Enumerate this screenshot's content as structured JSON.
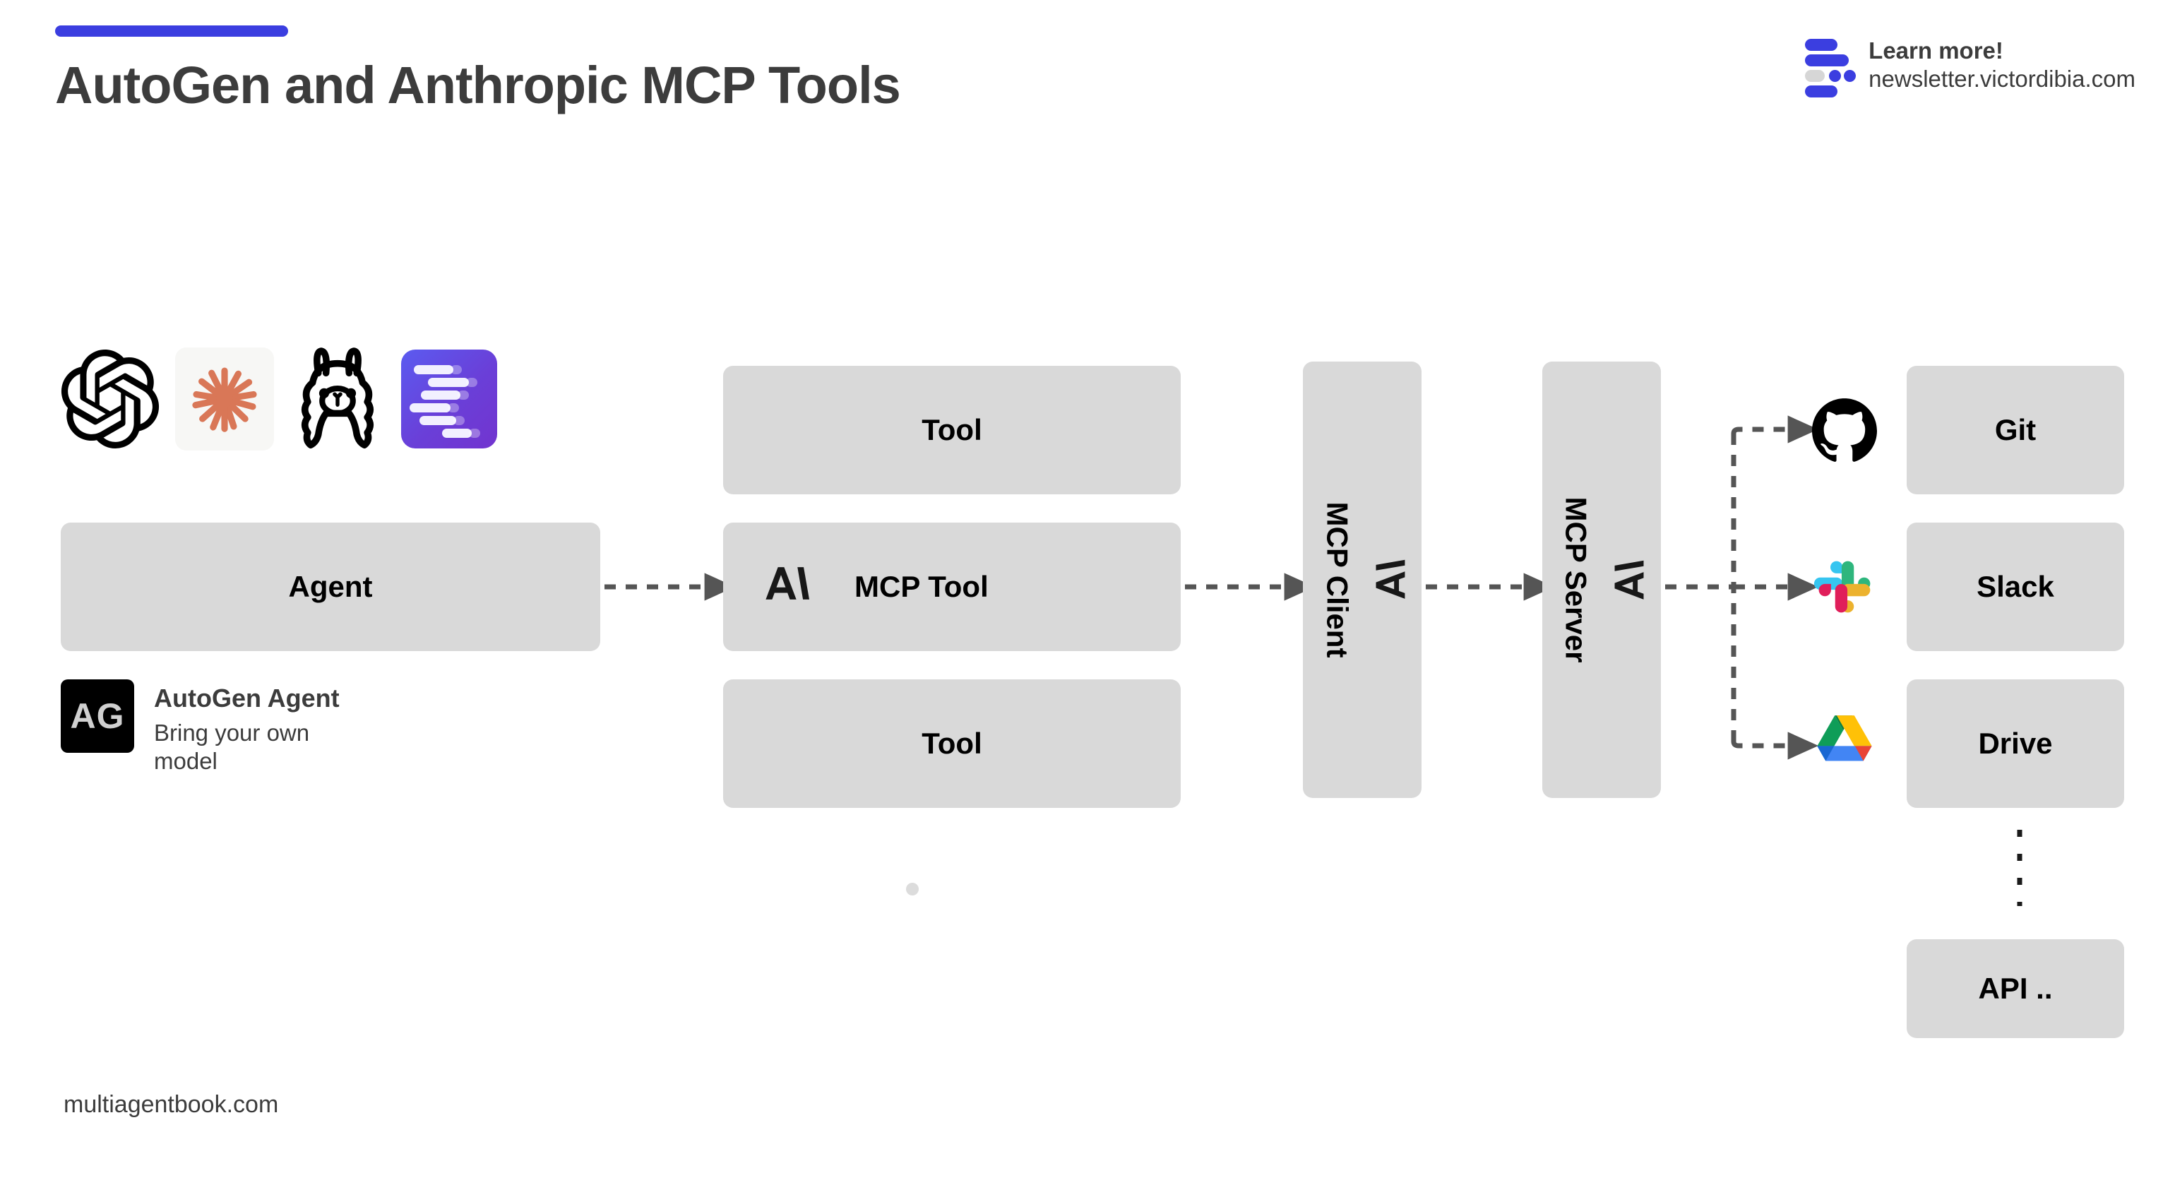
{
  "header": {
    "title": "AutoGen and Anthropic MCP Tools",
    "accent_color": "#3b3ee0"
  },
  "newsletter": {
    "line1": "Learn more!",
    "line2": "newsletter.victordibia.com",
    "logo_icon": "newsletter-bars-icon"
  },
  "models": [
    {
      "id": "openai",
      "icon": "openai-logo-icon",
      "name": "OpenAI"
    },
    {
      "id": "anthropic",
      "icon": "anthropic-starburst-icon",
      "name": "Anthropic",
      "color": "#d97757",
      "tile_bg": "#f7f7f5"
    },
    {
      "id": "llama",
      "icon": "llama-logo-icon",
      "name": "Llama"
    },
    {
      "id": "autogen",
      "icon": "autogen-logo-icon",
      "name": "AutoGen",
      "color": "#6a3fd8"
    }
  ],
  "nodes": {
    "agent": {
      "label": "Agent"
    },
    "tools": [
      {
        "label": "Tool",
        "icon": null
      },
      {
        "label": "MCP Tool",
        "icon": "anthropic-wordmark-icon"
      },
      {
        "label": "Tool",
        "icon": null
      }
    ],
    "mcp_client": {
      "label": "MCP Client",
      "icon": "anthropic-wordmark-icon"
    },
    "mcp_server": {
      "label": "MCP Server",
      "icon": "anthropic-wordmark-icon"
    },
    "services": [
      {
        "label": "Git",
        "icon": "github-logo-icon"
      },
      {
        "label": "Slack",
        "icon": "slack-logo-icon"
      },
      {
        "label": "Drive",
        "icon": "google-drive-logo-icon"
      }
    ],
    "api": {
      "label": "API .."
    }
  },
  "legend": {
    "badge": "AG",
    "title": "AutoGen Agent",
    "subtitle": "Bring your own model"
  },
  "footer": {
    "text": "multiagentbook.com"
  },
  "style": {
    "box_fill": "#d9d9d9",
    "connector_color": "#555555",
    "text_color": "#3c3c3c"
  }
}
